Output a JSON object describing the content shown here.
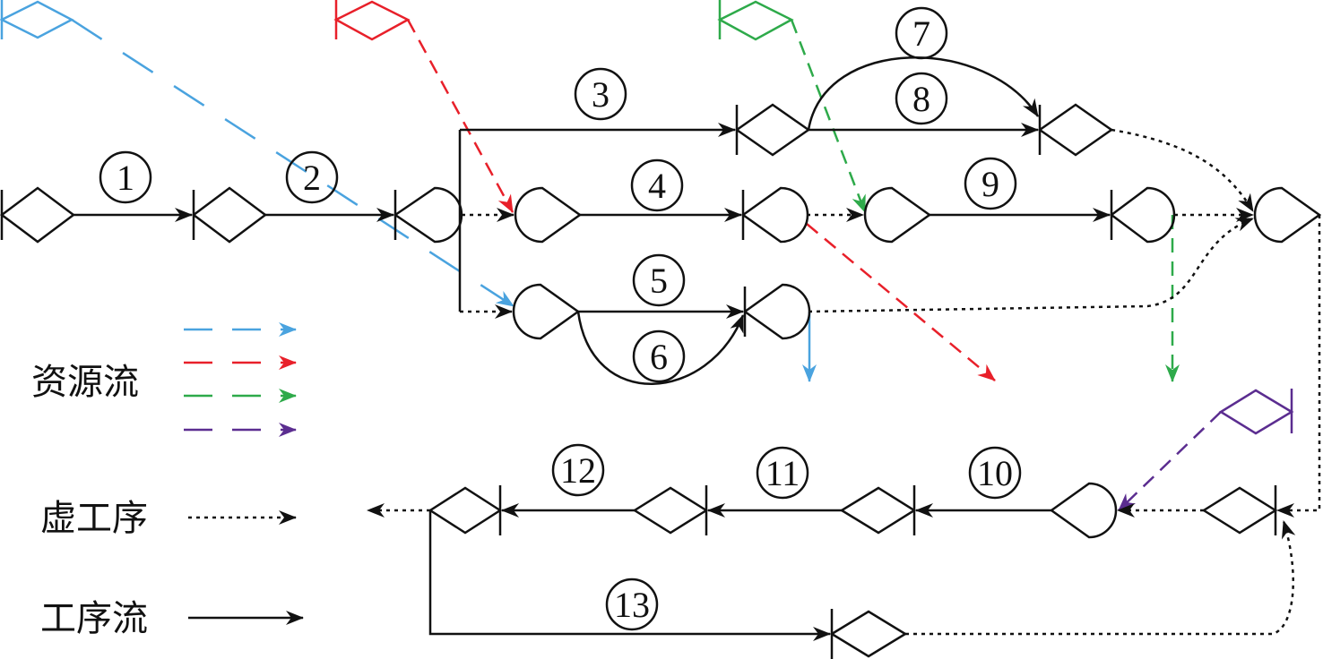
{
  "colors": {
    "resource_blue": "#4aa3df",
    "resource_red": "#e8202a",
    "resource_green": "#2eaa4a",
    "resource_purple": "#5b2d90",
    "process": "#111111"
  },
  "activities": [
    "1",
    "2",
    "3",
    "4",
    "5",
    "6",
    "7",
    "8",
    "9",
    "10",
    "11",
    "12",
    "13"
  ],
  "legend": {
    "resource_flow": "资源流",
    "dummy_activity": "虚工序",
    "process_flow": "工序流"
  }
}
